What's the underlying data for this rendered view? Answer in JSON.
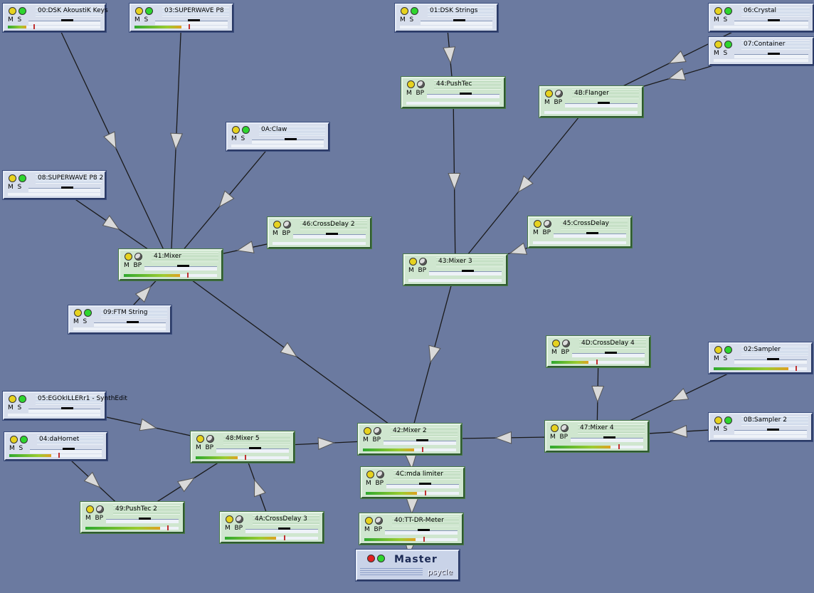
{
  "machines": [
    {
      "id": "00",
      "name": "00:DSK AkoustiK Keys",
      "kind": "gen",
      "mute": "M",
      "solo": "S",
      "vu": 0.2
    },
    {
      "id": "03",
      "name": "03:SUPERWAVE P8",
      "kind": "gen",
      "mute": "M",
      "solo": "S",
      "vu": 0.5
    },
    {
      "id": "01",
      "name": "01:DSK Strings",
      "kind": "gen",
      "mute": "M",
      "solo": "S",
      "vu": 0
    },
    {
      "id": "06",
      "name": "06:Crystal",
      "kind": "gen",
      "mute": "M",
      "solo": "S",
      "vu": 0
    },
    {
      "id": "07",
      "name": "07:Container",
      "kind": "gen",
      "mute": "M",
      "solo": "S",
      "vu": 0
    },
    {
      "id": "0A",
      "name": "0A:Claw",
      "kind": "gen",
      "mute": "M",
      "solo": "S",
      "vu": 0
    },
    {
      "id": "08",
      "name": "08:SUPERWAVE P8 2",
      "kind": "gen",
      "mute": "M",
      "solo": "S",
      "vu": 0
    },
    {
      "id": "09",
      "name": "09:FTM String",
      "kind": "gen",
      "mute": "M",
      "solo": "S",
      "vu": 0
    },
    {
      "id": "05",
      "name": "05:EGOkILLERr1 - SynthEdit",
      "kind": "gen",
      "mute": "M",
      "solo": "S",
      "vu": 0
    },
    {
      "id": "04",
      "name": "04:daHornet",
      "kind": "gen",
      "mute": "M",
      "solo": "S",
      "vu": 0.45
    },
    {
      "id": "02",
      "name": "02:Sampler",
      "kind": "gen",
      "mute": "M",
      "solo": "S",
      "vu": 0.8
    },
    {
      "id": "0B",
      "name": "0B:Sampler 2",
      "kind": "gen",
      "mute": "M",
      "solo": "S",
      "vu": 0
    },
    {
      "id": "44",
      "name": "44:PushTec",
      "kind": "fx",
      "mute": "M",
      "solo": "BP",
      "vu": 0
    },
    {
      "id": "4B",
      "name": "4B:Flanger",
      "kind": "fx",
      "mute": "M",
      "solo": "BP",
      "vu": 0
    },
    {
      "id": "46",
      "name": "46:CrossDelay 2",
      "kind": "fx",
      "mute": "M",
      "solo": "BP",
      "vu": 0
    },
    {
      "id": "41",
      "name": "41:Mixer",
      "kind": "fx",
      "mute": "M",
      "solo": "BP",
      "vu": 0.6
    },
    {
      "id": "45",
      "name": "45:CrossDelay",
      "kind": "fx",
      "mute": "M",
      "solo": "BP",
      "vu": 0
    },
    {
      "id": "43",
      "name": "43:Mixer 3",
      "kind": "fx",
      "mute": "M",
      "solo": "BP",
      "vu": 0
    },
    {
      "id": "4D",
      "name": "4D:CrossDelay 4",
      "kind": "fx",
      "mute": "M",
      "solo": "BP",
      "vu": 0.4
    },
    {
      "id": "47",
      "name": "47:Mixer 4",
      "kind": "fx",
      "mute": "M",
      "solo": "BP",
      "vu": 0.65
    },
    {
      "id": "48",
      "name": "48:Mixer 5",
      "kind": "fx",
      "mute": "M",
      "solo": "BP",
      "vu": 0.45
    },
    {
      "id": "42",
      "name": "42:Mixer 2",
      "kind": "fx",
      "mute": "M",
      "solo": "BP",
      "vu": 0.55
    },
    {
      "id": "4C",
      "name": "4C:mda limiter",
      "kind": "fx",
      "mute": "M",
      "solo": "BP",
      "vu": 0.55
    },
    {
      "id": "40",
      "name": "40:TT-DR-Meter",
      "kind": "fx",
      "mute": "M",
      "solo": "BP",
      "vu": 0.55
    },
    {
      "id": "49",
      "name": "49:PushTec 2",
      "kind": "fx",
      "mute": "M",
      "solo": "BP",
      "vu": 0.8
    },
    {
      "id": "4A",
      "name": "4A:CrossDelay 3",
      "kind": "fx",
      "mute": "M",
      "solo": "BP",
      "vu": 0.55
    }
  ],
  "master": {
    "title": "Master",
    "brand": "psycle"
  },
  "wires": [
    [
      "00",
      "41"
    ],
    [
      "03",
      "41"
    ],
    [
      "0A",
      "41"
    ],
    [
      "08",
      "41"
    ],
    [
      "46",
      "41"
    ],
    [
      "09",
      "41"
    ],
    [
      "01",
      "44"
    ],
    [
      "44",
      "43"
    ],
    [
      "4B",
      "43"
    ],
    [
      "06",
      "4B"
    ],
    [
      "07",
      "4B"
    ],
    [
      "45",
      "43"
    ],
    [
      "41",
      "42"
    ],
    [
      "43",
      "42"
    ],
    [
      "4D",
      "47"
    ],
    [
      "02",
      "47"
    ],
    [
      "0B",
      "47"
    ],
    [
      "47",
      "42"
    ],
    [
      "05",
      "48"
    ],
    [
      "04",
      "49"
    ],
    [
      "49",
      "48"
    ],
    [
      "4A",
      "48"
    ],
    [
      "48",
      "42"
    ],
    [
      "42",
      "4C"
    ],
    [
      "4C",
      "40"
    ],
    [
      "40",
      "MASTER"
    ]
  ],
  "colors": {
    "background": "#6b7aa0",
    "wire": "#1a1a1a",
    "arrow": "#d9d9d9",
    "generator": "#d7deec",
    "effect": "#cfe6cf"
  }
}
